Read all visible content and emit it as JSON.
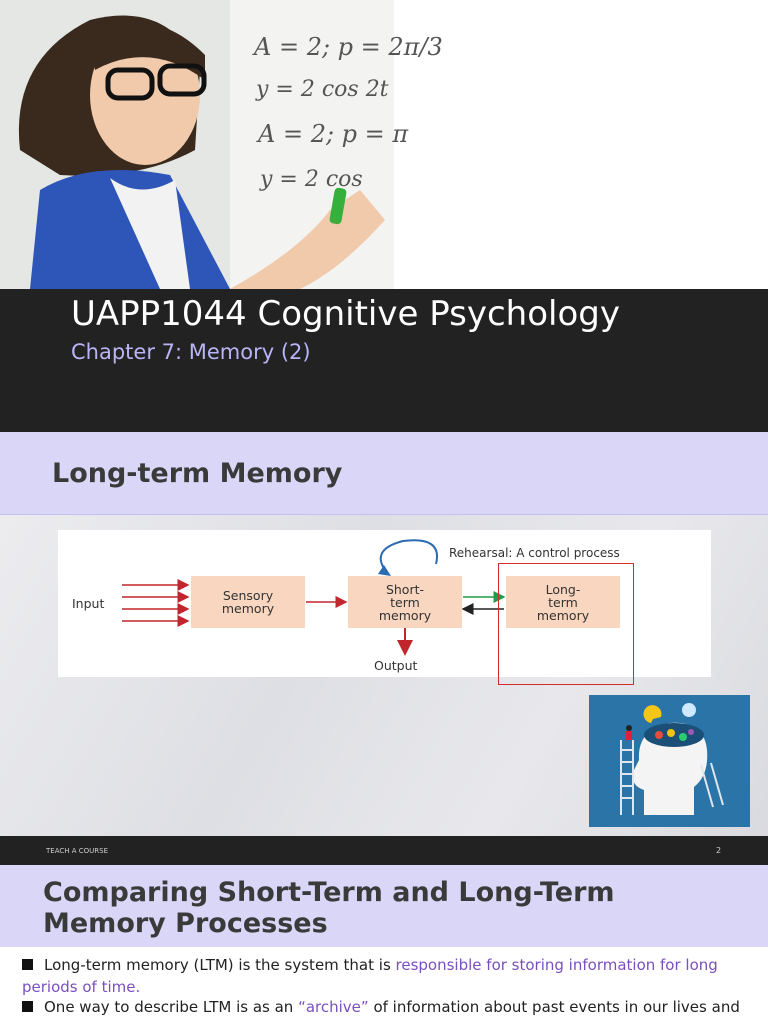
{
  "slide1": {
    "title": "UAPP1044 Cognitive Psychology",
    "subtitle": "Chapter 7: Memory (2)",
    "board_lines": [
      "A = 2; p = 2π/3",
      "y = 2 cos 2t",
      "A = 2; p = π",
      "y = 2 cos"
    ]
  },
  "slide2": {
    "title": "Long-term Memory",
    "diagram": {
      "input": "Input",
      "sensory": [
        "Sensory",
        "memory"
      ],
      "short_term": [
        "Short-",
        "term",
        "memory"
      ],
      "long_term": [
        "Long-",
        "term",
        "memory"
      ],
      "rehearsal": "Rehearsal: A control process",
      "output": "Output"
    },
    "footer": "TEACH A COURSE",
    "page_number": "2"
  },
  "slide3": {
    "title": "Comparing Short-Term and Long-Term Memory Processes",
    "bullets": [
      {
        "before": "Long-term memory (LTM) is the system that is ",
        "highlight": "responsible for storing information for long periods of time.",
        "after": ""
      },
      {
        "before": "One way to describe LTM is as an ",
        "highlight": "“archive”",
        "after": " of information about past  events in our lives and"
      }
    ]
  },
  "colors": {
    "dark_band": "#222222",
    "lavender": "#d9d6f7",
    "subtitle": "#b9b4f6",
    "box_fill": "#f9d6bf",
    "arrow_red": "#c0262b",
    "arrow_green": "#1f9b4a",
    "highlight_text": "#7a4fbf"
  }
}
